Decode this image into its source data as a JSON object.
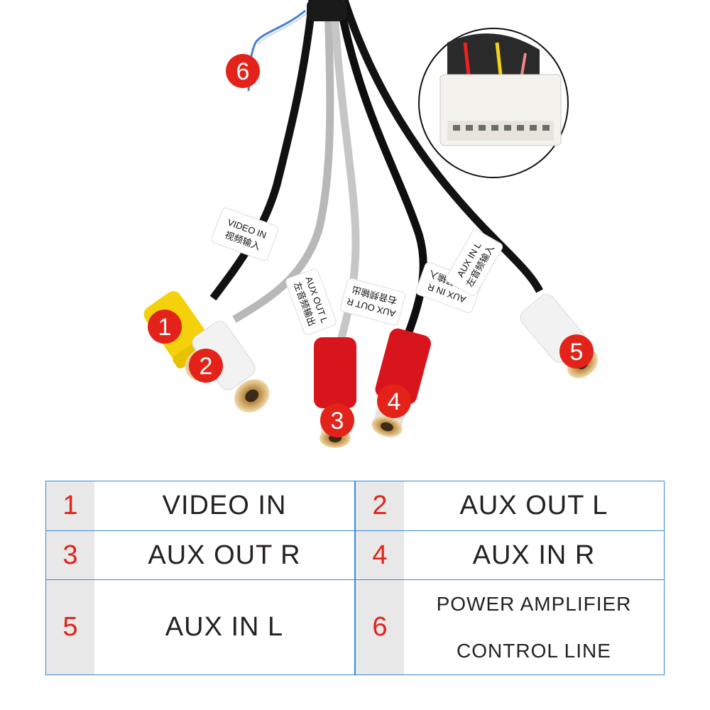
{
  "connector_labels": [
    {
      "id": "1",
      "tag_en": "VIDEO IN",
      "tag_cn": "视频输入"
    },
    {
      "id": "2",
      "tag_en": "AUX OUT L",
      "tag_cn": "左音频输出"
    },
    {
      "id": "3",
      "tag_en": "AUX OUT R",
      "tag_cn": "右音频输出"
    },
    {
      "id": "4",
      "tag_en": "AUX IN R",
      "tag_cn": "右音频输入"
    },
    {
      "id": "5",
      "tag_en": "AUX IN L",
      "tag_cn": "左音频输入"
    },
    {
      "id": "6"
    }
  ],
  "table": {
    "left": [
      {
        "num": "1",
        "label": "VIDEO IN"
      },
      {
        "num": "3",
        "label": "AUX OUT R"
      },
      {
        "num": "5",
        "label": "AUX IN L"
      }
    ],
    "right": [
      {
        "num": "2",
        "label": "AUX OUT L"
      },
      {
        "num": "4",
        "label": "AUX IN R"
      },
      {
        "num": "6",
        "label_line1": "POWER AMPLIFIER",
        "label_line2": "CONTROL LINE"
      }
    ]
  },
  "colors": {
    "badge": "#e32219",
    "table_border": "#3a8ad8",
    "number_cell_bg": "#e8e8e8",
    "rca_yellow": "#f4d10a",
    "rca_white": "#f2f2f2",
    "rca_red": "#d8141c"
  }
}
